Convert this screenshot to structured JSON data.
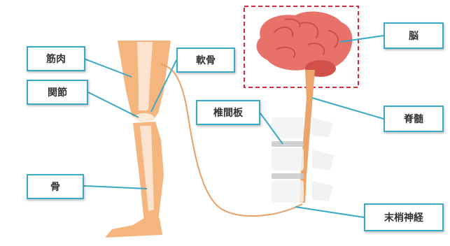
{
  "labels": {
    "muscle": "筋肉",
    "joint": "関節",
    "cartilage": "軟骨",
    "bone": "骨",
    "brain": "脳",
    "spinal_cord": "脊髄",
    "intervertebral_disc": "椎間板",
    "peripheral_nerve": "末梢神経"
  },
  "colors": {
    "label_border": "#3aa9c8",
    "leg": "#f4b07a",
    "bone": "#fbe3cf",
    "brain": "#e8716a",
    "nerve": "#e9a066",
    "highlight_box": "#d7283f"
  }
}
